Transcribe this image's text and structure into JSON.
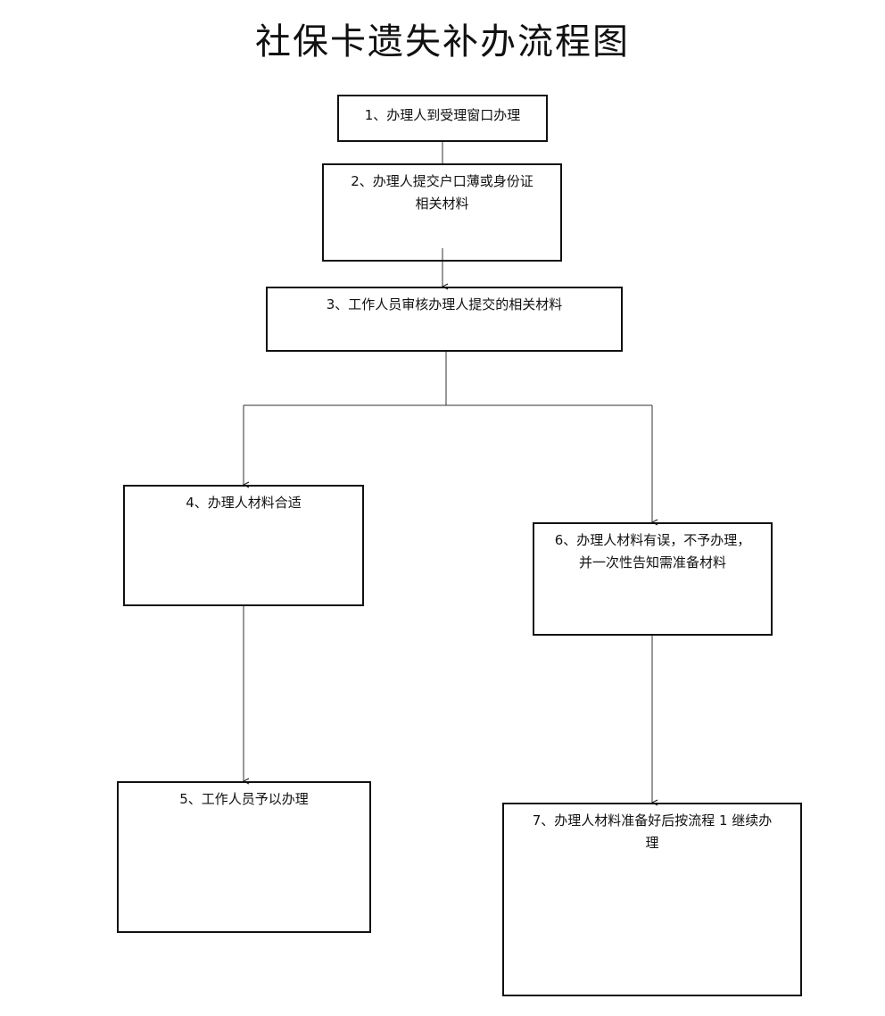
{
  "title": "社保卡遗失补办流程图",
  "steps": [
    {
      "lines": [
        "1、办理人到受理窗口办理"
      ]
    },
    {
      "lines": [
        "2、办理人提交户口薄或身份证",
        "相关材料"
      ]
    },
    {
      "lines": [
        "3、工作人员审核办理人提交的相关材料"
      ]
    },
    {
      "lines": [
        "4、办理人材料合适"
      ]
    },
    {
      "lines": [
        "5、工作人员予以办理"
      ]
    },
    {
      "lines": [
        "6、办理人材料有误，不予办理，",
        "并一次性告知需准备材料"
      ]
    },
    {
      "lines": [
        "7、办理人材料准备好后按流程 1 继续办",
        "理"
      ]
    }
  ]
}
